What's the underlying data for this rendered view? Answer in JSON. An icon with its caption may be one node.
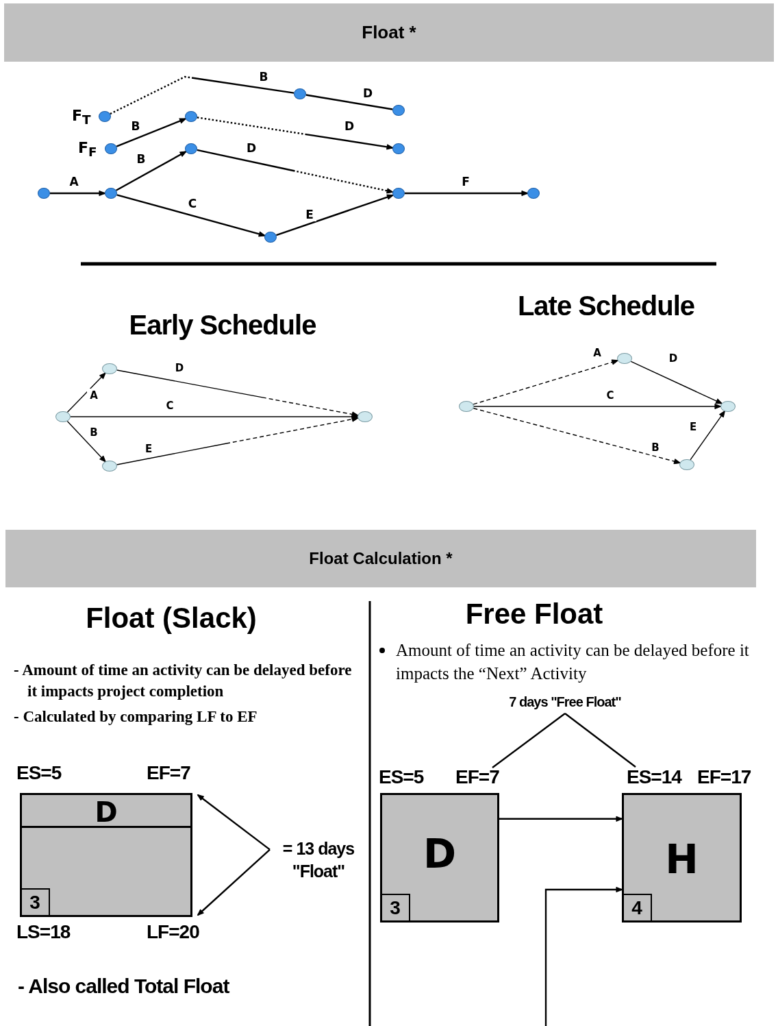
{
  "diagram": {
    "title": "Float *",
    "nodes": [
      {
        "text": [],
        "shape": "circle"
      },
      {
        "text": [],
        "shape": "circle"
      },
      {
        "text": [],
        "shape": "circle"
      },
      {
        "text": [],
        "shape": "circle"
      },
      {
        "text": [],
        "shape": "circle"
      },
      {
        "text": [],
        "shape": "circle"
      },
      {
        "text": [],
        "shape": "circle"
      },
      {
        "text": [],
        "shape": "circle"
      },
      {
        "text": [],
        "shape": "circle"
      },
      {
        "text": [],
        "shape": "circle"
      },
      {
        "text": [],
        "shape": "circle"
      },
      {
        "text": [],
        "shape": "circle"
      },
      {
        "text": [],
        "shape": "circle"
      },
      {
        "text": [],
        "shape": "circle"
      },
      {
        "text": [],
        "shape": "circle"
      },
      {
        "text": [],
        "shape": "circle"
      },
      {
        "text": [],
        "shape": "circle"
      },
      {
        "text": [],
        "shape": "circle"
      },
      {
        "text": [],
        "shape": "circle"
      },
      {
        "text": [],
        "shape": "circle"
      },
      {
        "text": [
          "D",
          "3"
        ],
        "beside": [
          "ES=5",
          "EF=7",
          "LS=18",
          "LF=20"
        ]
      },
      {
        "text": [
          "= 13 days \"Float\""
        ]
      },
      {
        "text": [
          "D",
          "3"
        ],
        "beside": [
          "ES=5",
          "EF=7"
        ]
      },
      {
        "text": [
          "H",
          "4"
        ],
        "beside": [
          "ES=14",
          "EF=17"
        ]
      },
      {
        "text": [
          "7 days \"Free Float\""
        ]
      }
    ],
    "edges": [
      {
        "from": 0,
        "to": 1,
        "arrow": "to",
        "label": "A"
      },
      {
        "from": 1,
        "to": 2,
        "arrow": "to",
        "label": "B"
      },
      {
        "from": 1,
        "to": 3,
        "arrow": "to",
        "label": "C"
      },
      {
        "from": 2,
        "to": 4,
        "arrow": "to",
        "label": "D",
        "style": "dashed"
      },
      {
        "from": 3,
        "to": 4,
        "arrow": "to",
        "label": "E"
      },
      {
        "from": 4,
        "to": 5,
        "arrow": "to",
        "label": "F"
      },
      {
        "from": 6,
        "to": 7,
        "arrow": "to",
        "label": "B"
      },
      {
        "from": 7,
        "to": 8,
        "arrow": "to",
        "label": "D",
        "style": "dashed"
      },
      {
        "from": 9,
        "to": 10,
        "arrow": "none",
        "label": "B",
        "style": "dashed"
      },
      {
        "from": 10,
        "to": 11,
        "arrow": "none",
        "label": "D"
      },
      {
        "from": 12,
        "to": 13,
        "arrow": "to",
        "label": "A"
      },
      {
        "from": 12,
        "to": 14,
        "arrow": "to",
        "label": "B"
      },
      {
        "from": 12,
        "to": 15,
        "arrow": "to",
        "label": "C"
      },
      {
        "from": 13,
        "to": 15,
        "arrow": "to",
        "label": "D",
        "style": "dashed"
      },
      {
        "from": 14,
        "to": 15,
        "arrow": "to",
        "label": "E",
        "style": "dashed"
      },
      {
        "from": 16,
        "to": 17,
        "arrow": "to",
        "label": "A",
        "style": "dashed"
      },
      {
        "from": 17,
        "to": 19,
        "arrow": "to",
        "label": "D"
      },
      {
        "from": 16,
        "to": 19,
        "arrow": "to",
        "label": "C"
      },
      {
        "from": 16,
        "to": 18,
        "arrow": "to",
        "label": "B",
        "style": "dashed"
      },
      {
        "from": 18,
        "to": 19,
        "arrow": "to",
        "label": "E"
      },
      {
        "from": 21,
        "to": 20,
        "arrow": "to"
      },
      {
        "from": 21,
        "to": 20,
        "arrow": "to"
      },
      {
        "from": 22,
        "to": 23,
        "arrow": "to"
      },
      {
        "from": null,
        "to": 23,
        "arrow": "to"
      },
      {
        "from": 24,
        "to": 22,
        "arrow": "none"
      },
      {
        "from": 24,
        "to": 23,
        "arrow": "none"
      }
    ],
    "labels": [
      "F$_{T}$",
      "F$_{F}$",
      "Early Schedule",
      "Late Schedule",
      "Float Calculation *",
      "Float (Slack)",
      "Free Float",
      "- Amount of time an activity can be delayed before it impacts project completion",
      "- Calculated by comparing LF to EF",
      "Amount of time an activity can be delayed before it impacts the “Next” Activity",
      "- Also called Total Float"
    ]
  }
}
